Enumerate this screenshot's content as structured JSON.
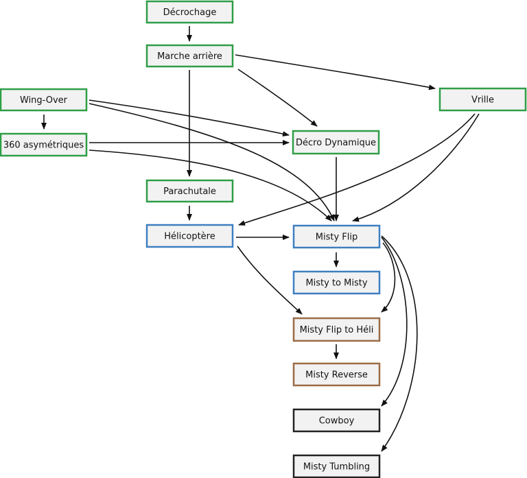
{
  "colors": {
    "green": "#2e9e46",
    "blue": "#3d7fc1",
    "brown": "#9b6b45",
    "black": "#222222"
  },
  "nodes": [
    {
      "id": "decrochage",
      "label": "Décrochage",
      "color": "green"
    },
    {
      "id": "marche",
      "label": "Marche arrière",
      "color": "green"
    },
    {
      "id": "wingover",
      "label": "Wing-Over",
      "color": "green"
    },
    {
      "id": "vrille",
      "label": "Vrille",
      "color": "green"
    },
    {
      "id": "asym",
      "label": "360 asymétriques",
      "color": "green"
    },
    {
      "id": "decrodyn",
      "label": "Décro Dynamique",
      "color": "green"
    },
    {
      "id": "parachutale",
      "label": "Parachutale",
      "color": "green"
    },
    {
      "id": "helico",
      "label": "Hélicoptère",
      "color": "blue"
    },
    {
      "id": "mistyflip",
      "label": "Misty Flip",
      "color": "blue"
    },
    {
      "id": "mistytomisty",
      "label": "Misty to Misty",
      "color": "blue"
    },
    {
      "id": "mistytoheli",
      "label": "Misty Flip to Héli",
      "color": "brown"
    },
    {
      "id": "mistyrev",
      "label": "Misty Reverse",
      "color": "brown"
    },
    {
      "id": "cowboy",
      "label": "Cowboy",
      "color": "black"
    },
    {
      "id": "tumbling",
      "label": "Misty Tumbling",
      "color": "black"
    }
  ],
  "edges": [
    {
      "from": "decrochage",
      "to": "marche"
    },
    {
      "from": "marche",
      "to": "vrille"
    },
    {
      "from": "marche",
      "to": "decrodyn"
    },
    {
      "from": "marche",
      "to": "parachutale"
    },
    {
      "from": "wingover",
      "to": "asym"
    },
    {
      "from": "wingover",
      "to": "decrodyn"
    },
    {
      "from": "wingover",
      "to": "mistyflip"
    },
    {
      "from": "asym",
      "to": "decrodyn"
    },
    {
      "from": "asym",
      "to": "mistyflip"
    },
    {
      "from": "vrille",
      "to": "helico"
    },
    {
      "from": "vrille",
      "to": "mistyflip"
    },
    {
      "from": "decrodyn",
      "to": "mistyflip"
    },
    {
      "from": "parachutale",
      "to": "helico"
    },
    {
      "from": "helico",
      "to": "mistyflip"
    },
    {
      "from": "helico",
      "to": "mistytoheli"
    },
    {
      "from": "mistyflip",
      "to": "mistytomisty"
    },
    {
      "from": "mistyflip",
      "to": "mistytoheli"
    },
    {
      "from": "mistyflip",
      "to": "cowboy"
    },
    {
      "from": "mistyflip",
      "to": "tumbling"
    },
    {
      "from": "mistytoheli",
      "to": "mistyrev"
    }
  ]
}
